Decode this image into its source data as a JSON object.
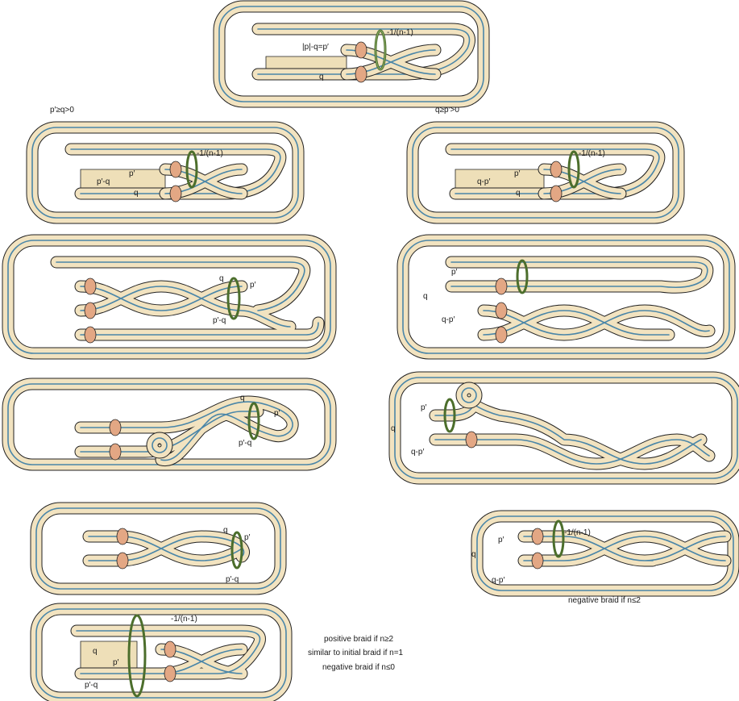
{
  "condition_left": "p′≥q>0",
  "condition_right": "q≥p′>0",
  "panels": {
    "top": {
      "labels": [
        "|p|-q=p′",
        "q",
        "-1/(n-1)"
      ]
    },
    "l1": {
      "labels": [
        "p′-q",
        "p′",
        "q",
        "-1/(n-1)"
      ]
    },
    "r1": {
      "labels": [
        "q-p′",
        "p′",
        "q",
        "-1/(n-1)"
      ]
    },
    "l2": {
      "labels": [
        "q",
        "p′",
        "p′-q"
      ]
    },
    "r2": {
      "labels": [
        "p′",
        "q",
        "q-p′"
      ]
    },
    "l3": {
      "labels": [
        "q",
        "p′",
        "p′-q"
      ]
    },
    "r3": {
      "labels": [
        "p′",
        "q",
        "q-p′"
      ]
    },
    "l4": {
      "labels": [
        "q",
        "p′",
        "p′-q"
      ]
    },
    "r4": {
      "labels": [
        "p′",
        "q",
        "q-p′",
        "-1/(n-1)"
      ]
    },
    "l5": {
      "labels": [
        "q",
        "p′",
        "p′-q",
        "-1/(n-1)"
      ]
    }
  },
  "caption_right": "negative braid if n≤2",
  "caption_bottom": [
    "positive braid if n≥2",
    "similar to initial braid if n=1",
    "negative braid if n≤0"
  ]
}
